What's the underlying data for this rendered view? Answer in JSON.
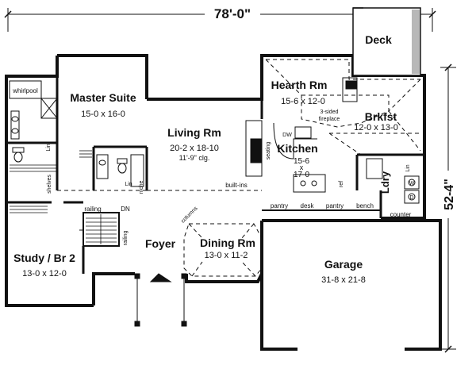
{
  "overall": {
    "width": "78'-0\"",
    "depth": "52-4\""
  },
  "rooms": {
    "master": {
      "name": "Master Suite",
      "size": "15-0 x 16-0"
    },
    "living": {
      "name": "Living Rm",
      "size": "20-2 x 18-10",
      "ceiling": "11'-9\" clg."
    },
    "hearth": {
      "name": "Hearth Rm",
      "size": "15-6 x 12-0"
    },
    "brkfst": {
      "name": "Brkfst",
      "size": "12-0 x 13-0"
    },
    "kitchen": {
      "name": "Kitchen",
      "size_a": "15-6",
      "size_x": "x",
      "size_b": "17-0"
    },
    "deck": {
      "name": "Deck"
    },
    "ldry": {
      "name": "Ldry"
    },
    "study": {
      "name": "Study / Br 2",
      "size": "13-0 x 12-0"
    },
    "foyer": {
      "name": "Foyer"
    },
    "dining": {
      "name": "Dining Rm",
      "size": "13-0 x 11-2"
    },
    "garage": {
      "name": "Garage",
      "size": "31-8 x 21-8"
    }
  },
  "labels": {
    "whirlpool": "whirlpool",
    "lin1": "Lin",
    "lin2": "Lin",
    "niche": "niche",
    "shelves": "shelves",
    "railing1": "railing",
    "railing2": "railing",
    "dn": "DN",
    "columns": "columns",
    "builtins": "built-ins",
    "fireplace1": "3-sided",
    "fireplace2": "fireplace",
    "dw": "DW",
    "ref": "ref",
    "pantry1": "pantry",
    "desk": "desk",
    "pantry2": "pantry",
    "bench": "bench",
    "counter": "counter",
    "w": "W",
    "d": "D",
    "lin3": "Lin",
    "seating": "seating"
  }
}
